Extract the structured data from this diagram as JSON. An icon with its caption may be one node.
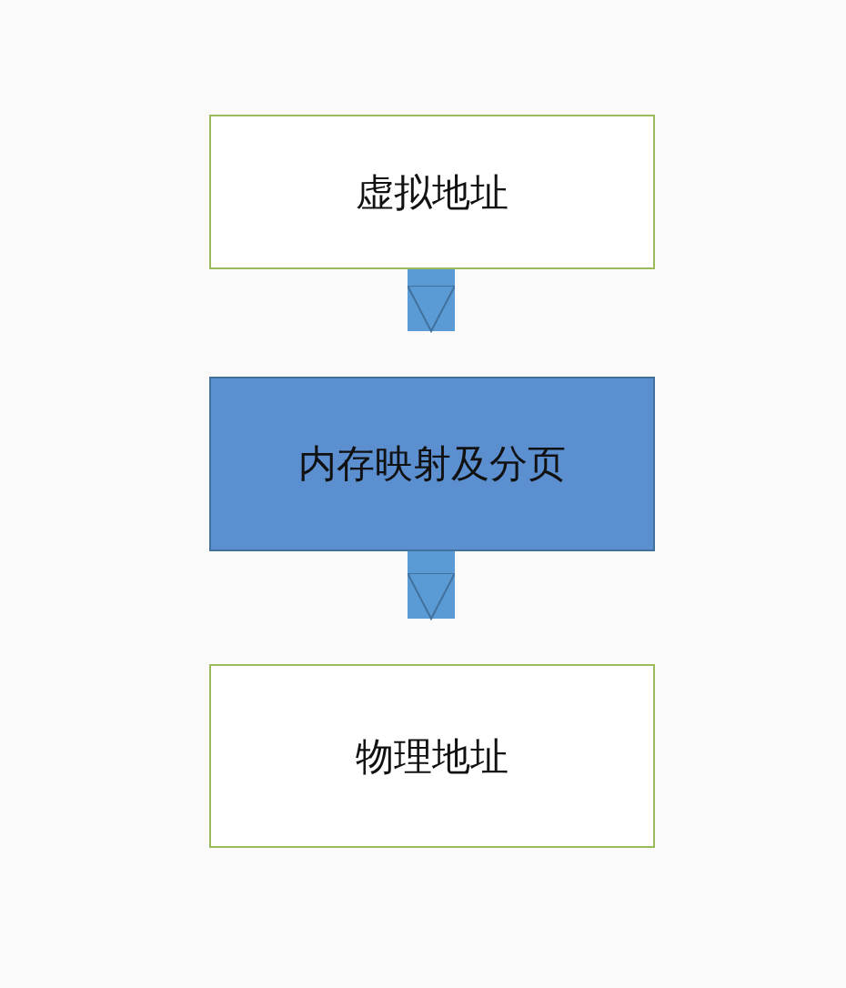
{
  "diagram": {
    "nodes": [
      {
        "text": [
          "虚拟地址"
        ]
      },
      {
        "text": [
          "内存映射及分页"
        ]
      },
      {
        "text": [
          "物理地址"
        ]
      }
    ],
    "edges": [
      {
        "from": 0,
        "to": 1,
        "arrow": "to"
      },
      {
        "from": 1,
        "to": 2,
        "arrow": "to"
      }
    ]
  }
}
